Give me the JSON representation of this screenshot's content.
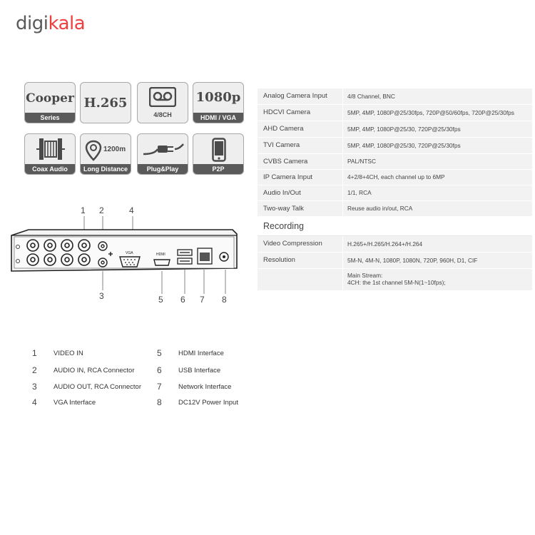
{
  "logo": {
    "part1": "digi",
    "part2": "kala"
  },
  "tiles": [
    {
      "big": "Cooper",
      "label": "Series",
      "icon": "cooper-text"
    },
    {
      "big": "H.265",
      "label": "",
      "icon": "h265-text"
    },
    {
      "big": "",
      "label": "4/8CH",
      "icon": "cassette-icon"
    },
    {
      "big": "1080p",
      "label": "HDMI / VGA",
      "icon": "1080p-text"
    },
    {
      "big": "",
      "label": "Coax Audio",
      "icon": "coax-audio-icon"
    },
    {
      "big": "1200m",
      "label": "Long Distance",
      "icon": "location-pin-icon"
    },
    {
      "big": "",
      "label": "Plug&Play",
      "icon": "plug-icon"
    },
    {
      "big": "",
      "label": "P2P",
      "icon": "smartphone-icon"
    }
  ],
  "spec": {
    "rows1": [
      {
        "k": "Analog Camera Input",
        "v": "4/8 Channel, BNC"
      },
      {
        "k": "HDCVI Camera",
        "v": "5MP, 4MP, 1080P@25/30fps, 720P@50/60fps, 720P@25/30fps"
      },
      {
        "k": "AHD Camera",
        "v": "5MP, 4MP, 1080P@25/30, 720P@25/30fps"
      },
      {
        "k": "TVI Camera",
        "v": "5MP, 4MP, 1080P@25/30, 720P@25/30fps"
      },
      {
        "k": "CVBS Camera",
        "v": "PAL/NTSC"
      },
      {
        "k": "IP Camera Input",
        "v": "4+2/8+4CH, each channel up to 6MP"
      },
      {
        "k": "Audio In/Out",
        "v": "1/1, RCA"
      },
      {
        "k": "Two-way Talk",
        "v": "Reuse audio in/out, RCA"
      }
    ],
    "section": "Recording",
    "rows2": [
      {
        "k": "Video Compression",
        "v": "H.265+/H.265/H.264+/H.264"
      },
      {
        "k": "Resolution",
        "v": "5M-N, 4M-N, 1080P,  1080N, 720P, 960H, D1, CIF"
      }
    ],
    "tall": {
      "k": "",
      "v1": "Main Stream:",
      "v2": "4CH: the 1st channel 5M-N(1~10fps);"
    }
  },
  "diagram": {
    "callouts": [
      "1",
      "2",
      "3",
      "4",
      "5",
      "6",
      "7",
      "8"
    ],
    "port_labels": {
      "vga": "VGA",
      "hdmi": "HDMI"
    }
  },
  "legend": [
    {
      "n": "1",
      "t": "VIDEO IN"
    },
    {
      "n": "2",
      "t": "AUDIO IN, RCA Connector"
    },
    {
      "n": "3",
      "t": "AUDIO OUT, RCA Connector"
    },
    {
      "n": "4",
      "t": "VGA Interface"
    },
    {
      "n": "5",
      "t": "HDMI Interface"
    },
    {
      "n": "6",
      "t": "USB Interface"
    },
    {
      "n": "7",
      "t": "Network Interface"
    },
    {
      "n": "8",
      "t": "DC12V Power Input"
    }
  ]
}
